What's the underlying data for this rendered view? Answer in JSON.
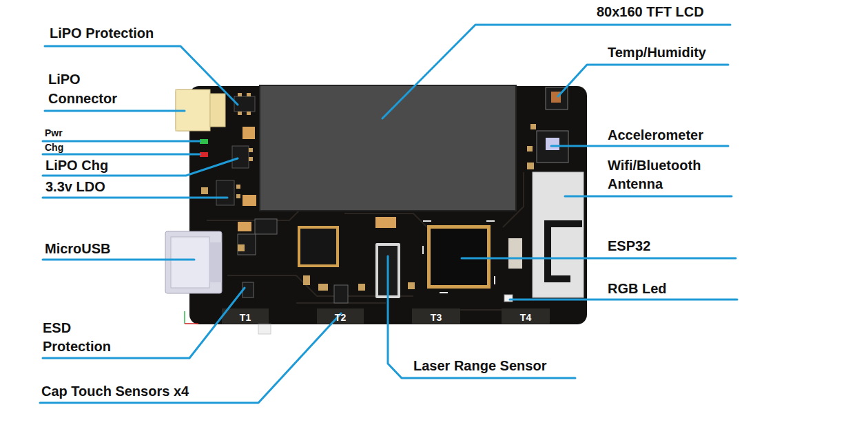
{
  "diagram": {
    "labels": [
      "LiPO Protection",
      "LiPO Connector",
      "Pwr",
      "Chg",
      "LiPO Chg",
      "3.3v LDO",
      "MicroUSB",
      "ESD Protection",
      "Cap Touch Sensors x4",
      "80x160 TFT LCD",
      "Temp/Humidity",
      "Accelerometer",
      "Wifi/Bluetooth Antenna",
      "ESP32",
      "RGB Led",
      "Laser Range Sensor",
      "T1",
      "T2",
      "T3",
      "T4"
    ]
  }
}
